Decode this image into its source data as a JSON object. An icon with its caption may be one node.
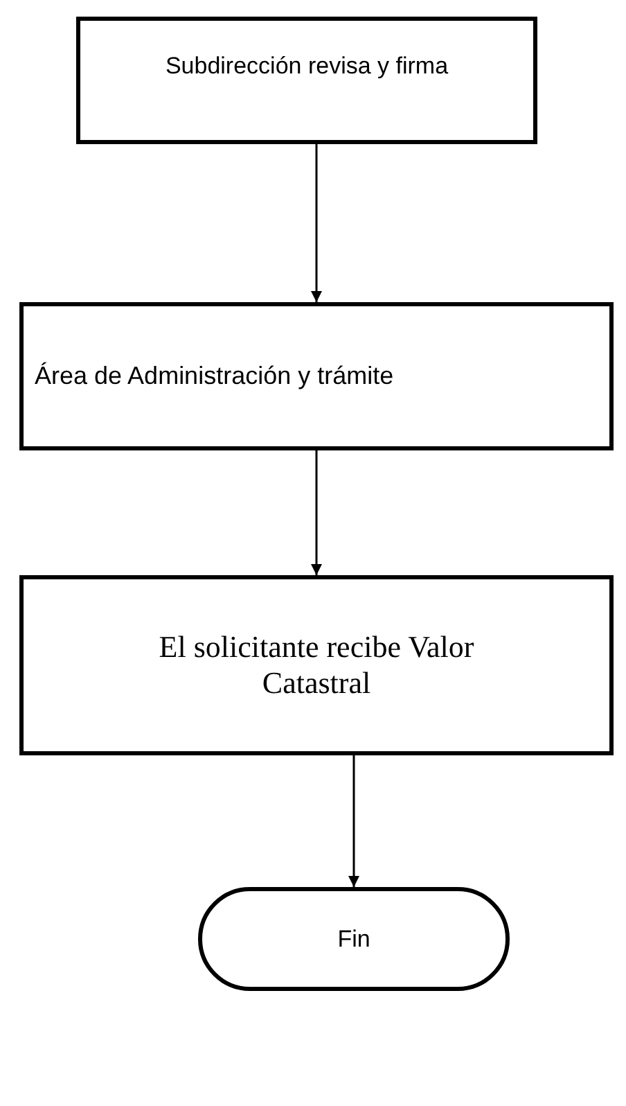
{
  "diagram": {
    "nodes": [
      {
        "text": [
          "Subdirección revisa y firma"
        ]
      },
      {
        "text": [
          "Área de Administración y trámite"
        ]
      },
      {
        "text": [
          "El solicitante recibe Valor Catastral"
        ]
      },
      {
        "text": [
          "Fin"
        ]
      }
    ],
    "edges": [
      {
        "from": 0,
        "to": 1,
        "arrow": "to"
      },
      {
        "from": 1,
        "to": 2,
        "arrow": "to"
      },
      {
        "from": 2,
        "to": 3,
        "arrow": "to"
      }
    ]
  }
}
